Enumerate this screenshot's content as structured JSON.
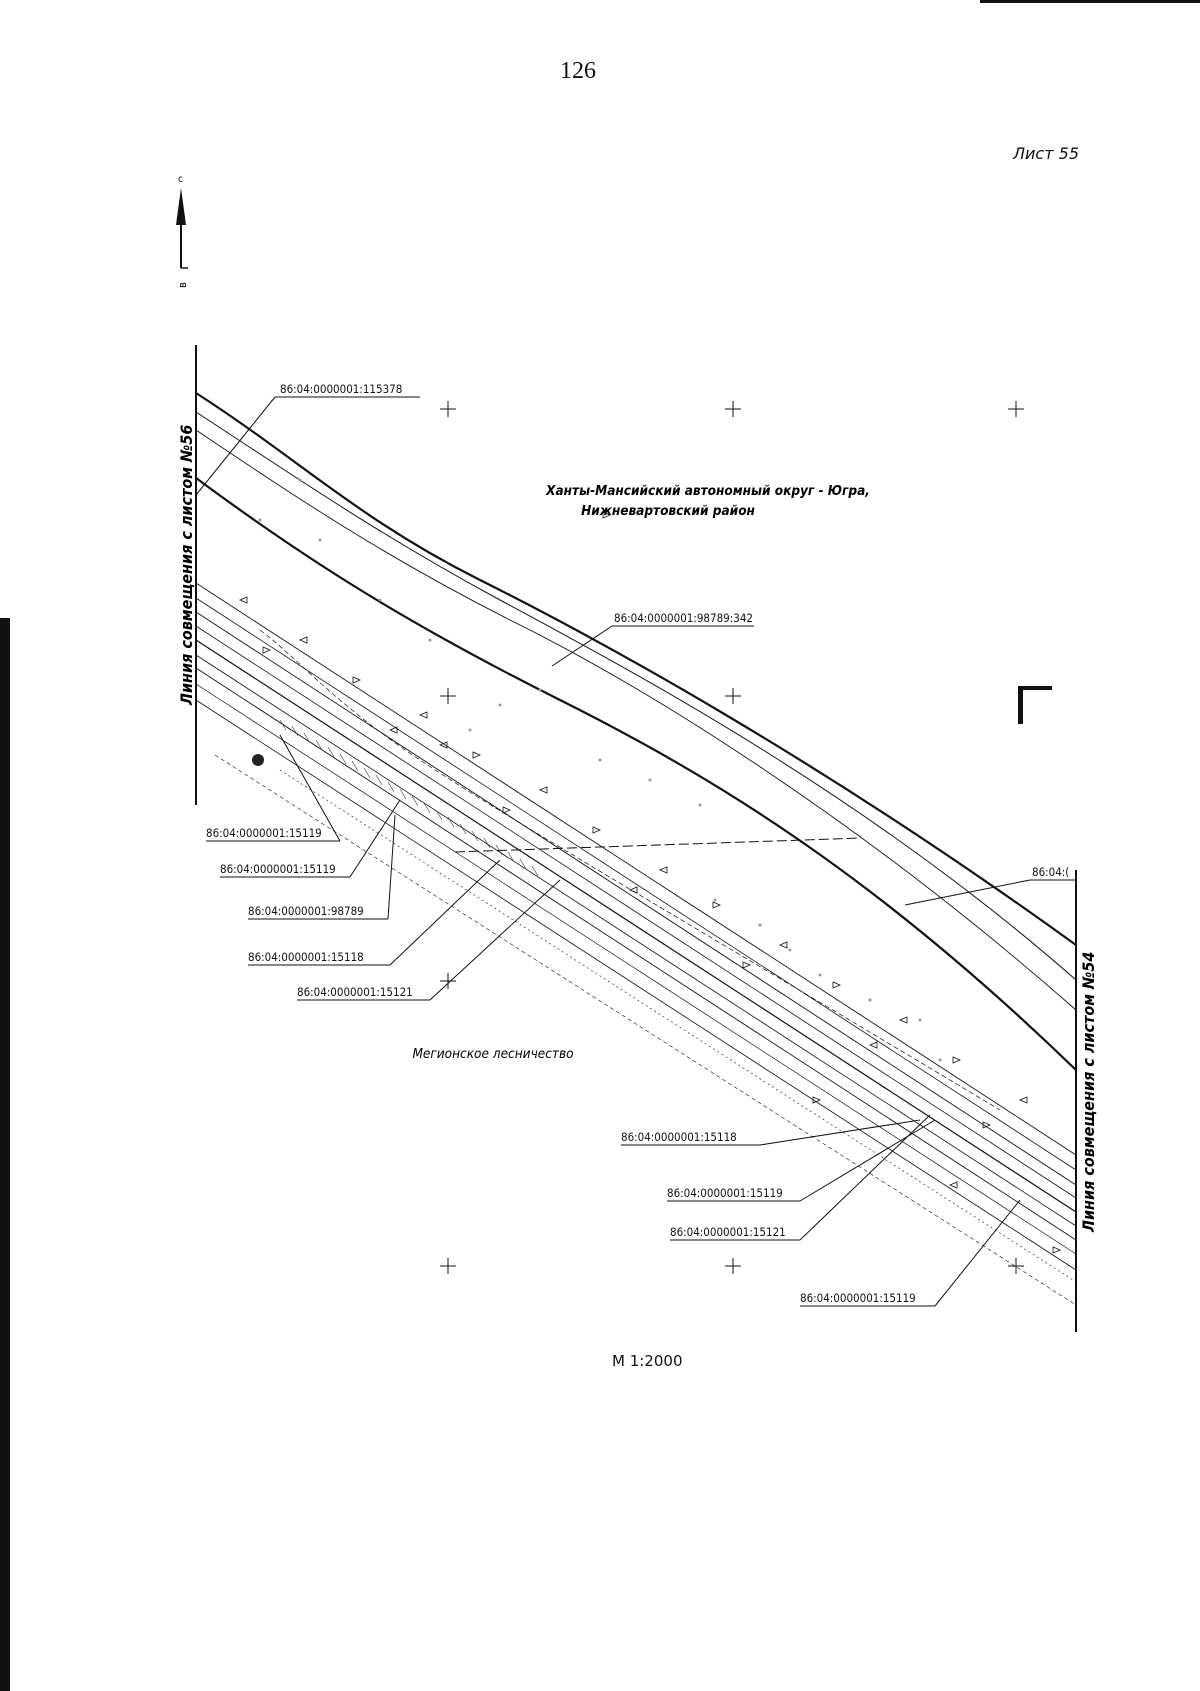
{
  "page_number": "126",
  "sheet_label": "Лист 55",
  "scale": "М 1:2000",
  "region_label": {
    "line1": "Ханты-Мансийский автономный округ - Югра,",
    "line2": "Нижневартовский район"
  },
  "forestry_label": "Мегионское лесничество",
  "match_lines": {
    "left": "Линия совмещения с листом №56",
    "right": "Линия совмещения с листом №54"
  },
  "north_arrow": {
    "north": "с",
    "east": "в"
  },
  "parcel_labels": [
    "86:04:0000001:115378",
    "86:04:0000001:98789:342",
    "86:04:0000001:15119",
    "86:04:0000001:15119",
    "86:04:0000001:98789",
    "86:04:0000001:15118",
    "86:04:0000001:15121",
    "86:04:(",
    "86:04:0000001:15118",
    "86:04:0000001:15119",
    "86:04:0000001:15121",
    "86:04:0000001:15119"
  ]
}
